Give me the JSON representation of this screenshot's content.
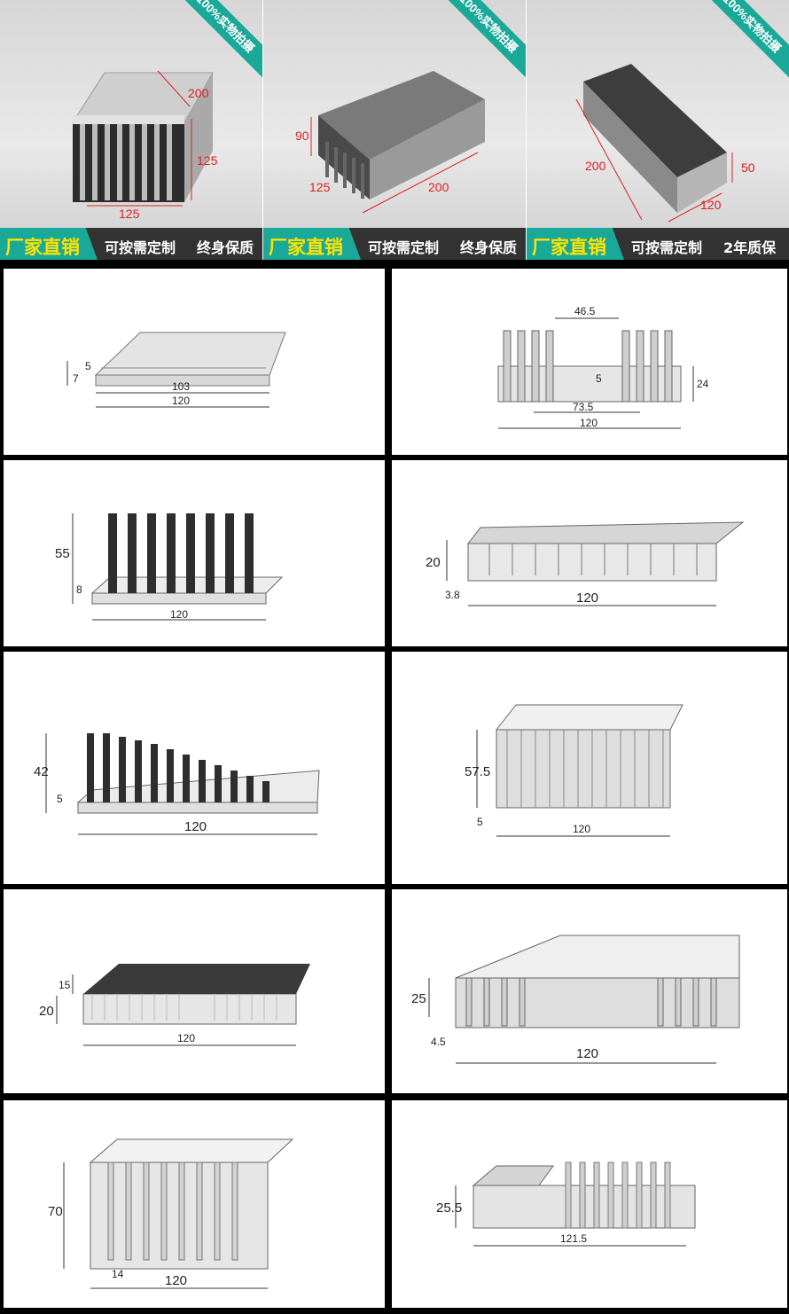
{
  "top_banner": {
    "photos": [
      {
        "ribbon": "100%实物拍摄",
        "slogan": "厂家直销",
        "tag1": "可按需定制",
        "tag2": "终身保质",
        "dims": [
          "200",
          "125",
          "125"
        ]
      },
      {
        "ribbon": "100%实物拍摄",
        "slogan": "厂家直销",
        "tag1": "可按需定制",
        "tag2": "终身保质",
        "dims": [
          "90",
          "125",
          "200"
        ]
      },
      {
        "ribbon": "100%实物拍摄",
        "slogan": "厂家直销",
        "tag1": "可按需定制",
        "tag2": "2年质保",
        "dims": [
          "200",
          "50",
          "120"
        ]
      }
    ]
  },
  "profiles": [
    {
      "labels": [
        "5",
        "7",
        "103",
        "120"
      ]
    },
    {
      "labels": [
        "46.5",
        "5",
        "24",
        "73.5",
        "120"
      ]
    },
    {
      "labels": [
        "55",
        "8",
        "120"
      ]
    },
    {
      "labels": [
        "20",
        "3.8",
        "120"
      ]
    },
    {
      "labels": [
        "42",
        "5",
        "120"
      ]
    },
    {
      "labels": [
        "57.5",
        "5",
        "120"
      ]
    },
    {
      "labels": [
        "15",
        "20",
        "120"
      ]
    },
    {
      "labels": [
        "25",
        "4.5",
        "120"
      ]
    },
    {
      "labels": [
        "70",
        "14",
        "120"
      ]
    },
    {
      "labels": [
        "25.5",
        "121.5"
      ]
    }
  ],
  "colors": {
    "accent": "#1aa899",
    "slogan": "#ffe300",
    "dimension_red": "#e02020",
    "metal_dark": "#3a3a3a",
    "metal_light": "#d9d9d9"
  }
}
